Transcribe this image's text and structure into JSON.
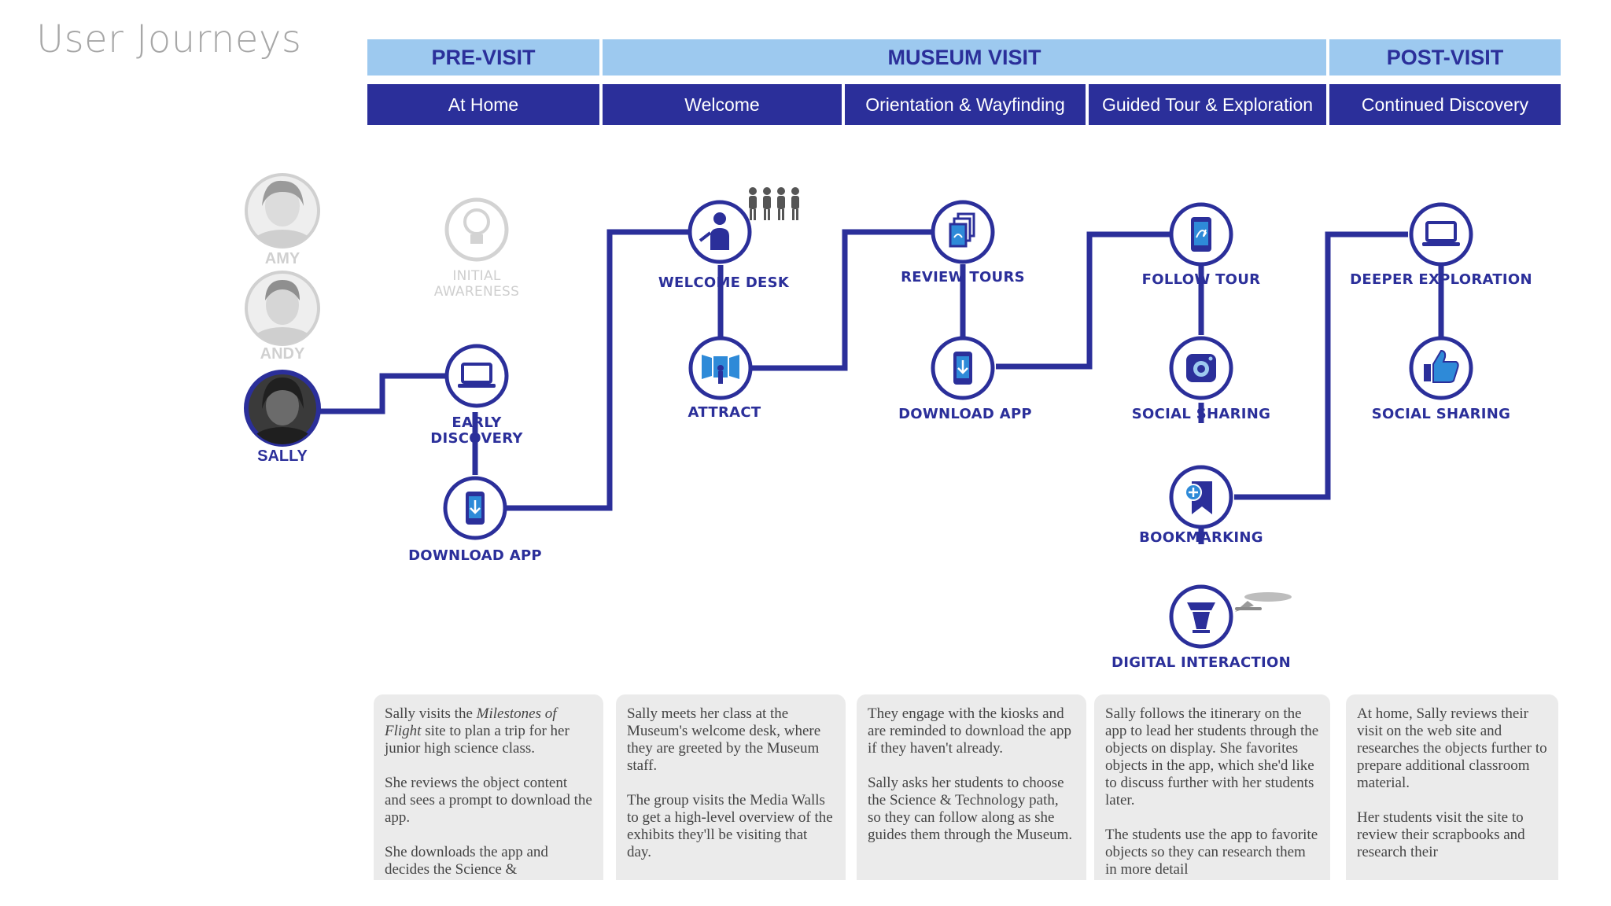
{
  "title": "User Journeys",
  "phases": [
    {
      "id": "pre",
      "label": "PRE-VISIT"
    },
    {
      "id": "museum",
      "label": "MUSEUM VISIT"
    },
    {
      "id": "post",
      "label": "POST-VISIT"
    }
  ],
  "stages": [
    {
      "label": "At Home"
    },
    {
      "label": "Welcome"
    },
    {
      "label": "Orientation & Wayfinding"
    },
    {
      "label": "Guided Tour & Exploration"
    },
    {
      "label": "Continued Discovery"
    }
  ],
  "personas": [
    {
      "name": "AMY",
      "active": false
    },
    {
      "name": "ANDY",
      "active": false
    },
    {
      "name": "SALLY",
      "active": true
    }
  ],
  "nodes": {
    "initial_awareness": {
      "label_line1": "INITIAL",
      "label_line2": "AWARENESS",
      "icon": "lightbulb-icon"
    },
    "early_discovery": {
      "label_line1": "EARLY",
      "label_line2": "DISCOVERY",
      "icon": "laptop-icon"
    },
    "download_app_1": {
      "label": "DOWNLOAD APP",
      "icon": "phone-download-icon"
    },
    "welcome_desk": {
      "label": "WELCOME DESK",
      "icon": "person-pointing-icon"
    },
    "attract": {
      "label": "ATTRACT",
      "icon": "media-wall-icon"
    },
    "review_tours": {
      "label": "REVIEW TOURS",
      "icon": "tour-pages-icon"
    },
    "download_app_2": {
      "label": "DOWNLOAD APP",
      "icon": "phone-download-icon"
    },
    "follow_tour": {
      "label": "FOLLOW TOUR",
      "icon": "phone-route-icon"
    },
    "social_sharing_1": {
      "label": "SOCIAL SHARING",
      "icon": "camera-icon"
    },
    "bookmarking": {
      "label": "BOOKMARKING",
      "icon": "bookmark-icon"
    },
    "digital_interaction": {
      "label": "DIGITAL INTERACTION",
      "icon": "kiosk-icon"
    },
    "deeper_exploration": {
      "label": "DEEPER EXPLORATION",
      "icon": "laptop-icon"
    },
    "social_sharing_2": {
      "label": "SOCIAL SHARING",
      "icon": "thumbs-up-icon"
    }
  },
  "descriptions": [
    {
      "p1_before": "Sally visits the ",
      "p1_italic": "Milestones of Flight",
      "p1_after": " site to plan a trip for her junior high science class.",
      "p2": "She reviews the object content and sees a prompt to download the app.",
      "p3": "She downloads the app and decides the Science &"
    },
    {
      "p1": "Sally meets her class at the Museum's welcome desk, where they are greeted by the Museum staff.",
      "p2": "The group visits the Media Walls to get a high-level overview of the exhibits they'll be visiting that day."
    },
    {
      "p1": "They engage with the kiosks and are reminded to download the app if they haven't already.",
      "p2": "Sally asks her students to choose the Science & Technology path, so they can follow along as she guides them through the Museum."
    },
    {
      "p1": "Sally follows the itinerary on the app to lead her students through the objects on display. She favorites objects in the app, which she'd like to discuss further with her students later.",
      "p2": "The students use the app to favorite objects so they can research them in more detail"
    },
    {
      "p1": "At home, Sally reviews their visit on the web site and researches the objects further to prepare additional classroom material.",
      "p2": "Her students visit the site to review their scrapbooks and research their"
    }
  ],
  "colors": {
    "primary": "#2b2f9a",
    "phase_bg": "#9dc9ef",
    "muted": "#cfcfcf",
    "desc_bg": "#ebebeb",
    "icon_blue": "#2e8ad8"
  }
}
